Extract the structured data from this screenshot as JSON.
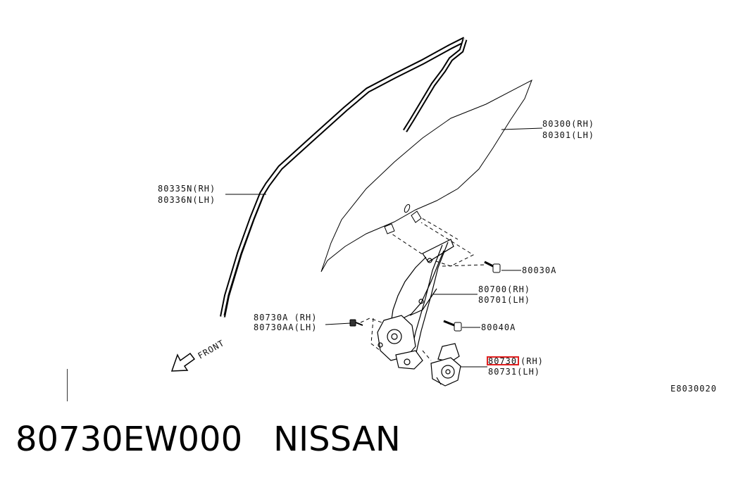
{
  "callouts": {
    "glass_rh": "80300(RH)",
    "glass_lh": "80301(LH)",
    "sash_rh": "80335N(RH)",
    "sash_lh": "80336N(LH)",
    "bolt_a": "80030A",
    "regulator_rh": "80700(RH)",
    "regulator_lh": "80701(LH)",
    "motor_bolt_rh": "80730A (RH)",
    "motor_bolt_lh": "80730AA(LH)",
    "bolt_b": "80040A",
    "motor_rh_code": "80730",
    "motor_rh_side": "(RH)",
    "motor_lh": "80731(LH)",
    "front": "FRONT",
    "figure_code": "E8030020"
  },
  "highlight_color": "#e02020",
  "caption": {
    "part_number": "80730EW000",
    "brand": "NISSAN"
  }
}
